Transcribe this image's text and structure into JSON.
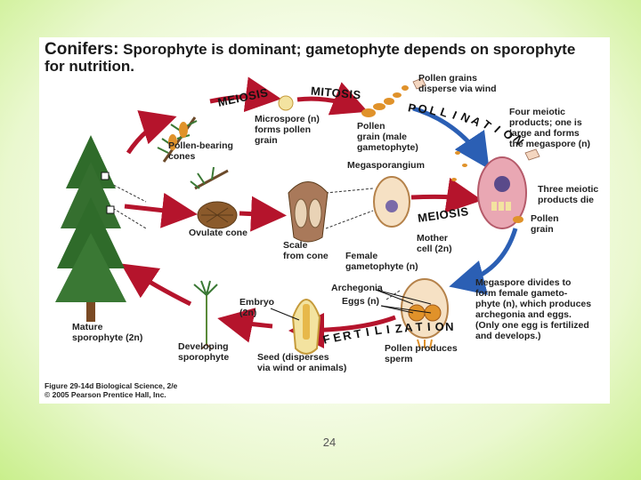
{
  "title": {
    "lead": "Conifers:",
    "rest": "Sporophyte is dominant; gametophyte depends on sporophyte for nutrition."
  },
  "stages": {
    "meiosis_top": "MEIOSIS",
    "mitosis": "MITOSIS",
    "meiosis_mid": "MEIOSIS"
  },
  "curved": {
    "pollination": "POLLINATION",
    "fertilization": "FERTILIZATION"
  },
  "labels": {
    "pollen_disperse": "Pollen grains\ndisperse via wind",
    "microspore": "Microspore (n)\nforms pollen\ngrain",
    "pollen_cones": "Pollen-bearing\ncones",
    "pollen_grain": "Pollen\ngrain (male\ngametophyte)",
    "megasporangium": "Megasporangium",
    "four_meiotic": "Four meiotic\nproducts; one is\nlarge and forms\nthe megaspore (n)",
    "three_meiotic": "Three meiotic\nproducts die",
    "pollen_grain_right": "Pollen\ngrain",
    "ovulate_cone": "Ovulate cone",
    "scale": "Scale\nfrom cone",
    "female_gametophyte": "Female\ngametophyte (n)",
    "mother_cell": "Mother\ncell (2n)",
    "archegonia": "Archegonia",
    "eggs": "Eggs (n)",
    "embryo": "Embryo\n(2n)",
    "megaspore_divides": "Megaspore divides to\nform female gameto-\nphyte (n), which produces\narchegonia and eggs.\n(Only one egg is fertilized\nand develops.)",
    "mature": "Mature\nsporophyte (2n)",
    "developing": "Developing\nsporophyte",
    "seed": "Seed (disperses\nvia wind or animals)",
    "pollen_sperm": "Pollen produces\nsperm"
  },
  "caption": "Figure 29-14d Biological Science, 2/e\n© 2005 Pearson Prentice Hall, Inc.",
  "page_number": "24",
  "colors": {
    "arrow_red": "#b5142c",
    "arrow_blue": "#2b5fb4",
    "tree_green": "#2f6b2a",
    "trunk_brown": "#7a4a24",
    "pollen_orange": "#e0922a",
    "ovule_pink": "#e9a7b3",
    "background_green": "#c9ef8c"
  }
}
